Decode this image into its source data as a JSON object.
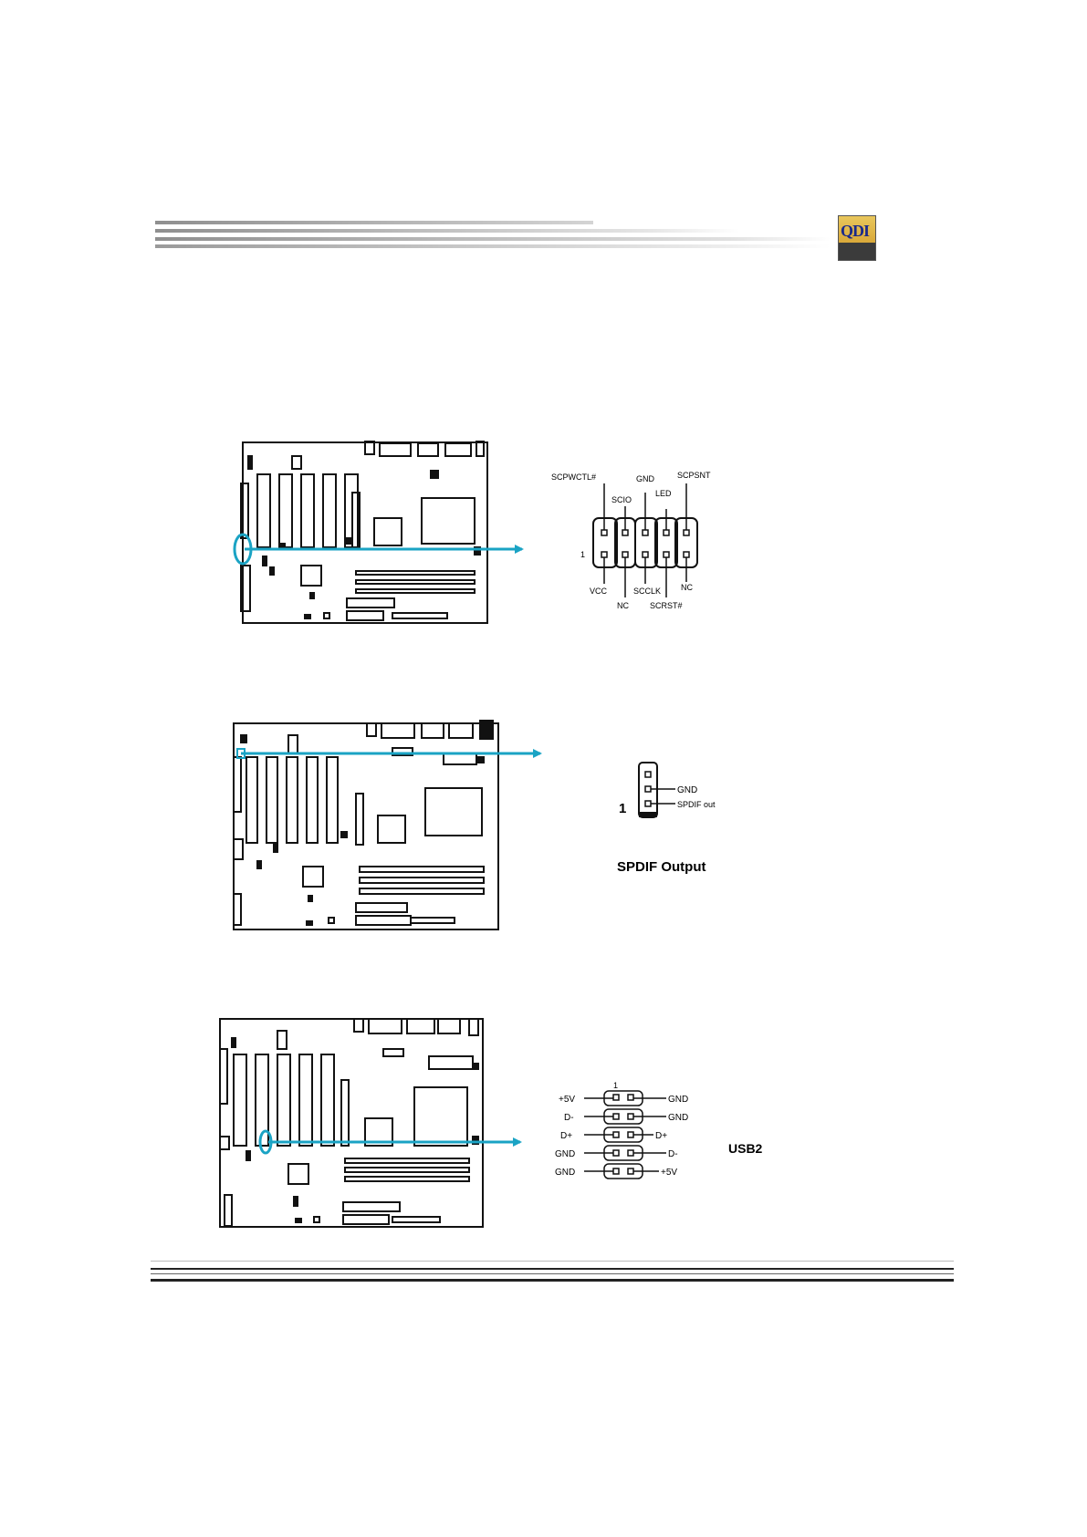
{
  "header": {
    "logo_text": "QDI",
    "logo_subtext": ""
  },
  "diagram1": {
    "top_labels": [
      "SCPWCTL#",
      "SCIO",
      "GND",
      "LED",
      "SCPSNT"
    ],
    "bottom_labels": [
      "VCC",
      "NC",
      "SCCLK",
      "SCRST#",
      "NC"
    ],
    "pin1_label": "1"
  },
  "diagram2": {
    "pin_labels": [
      "GND",
      "SPDIF out"
    ],
    "pin1_label": "1",
    "caption": "SPDIF Output"
  },
  "diagram3": {
    "pin1_label": "1",
    "left_labels": [
      "+5V",
      "D-",
      "D+",
      "GND",
      "GND"
    ],
    "right_labels": [
      "GND",
      "GND",
      "D+",
      "D-",
      "+5V"
    ],
    "caption": "USB2"
  },
  "colors": {
    "arrow": "#1aa3c4",
    "board": "#111111",
    "header_gradient_start": "#9a9a9a"
  }
}
